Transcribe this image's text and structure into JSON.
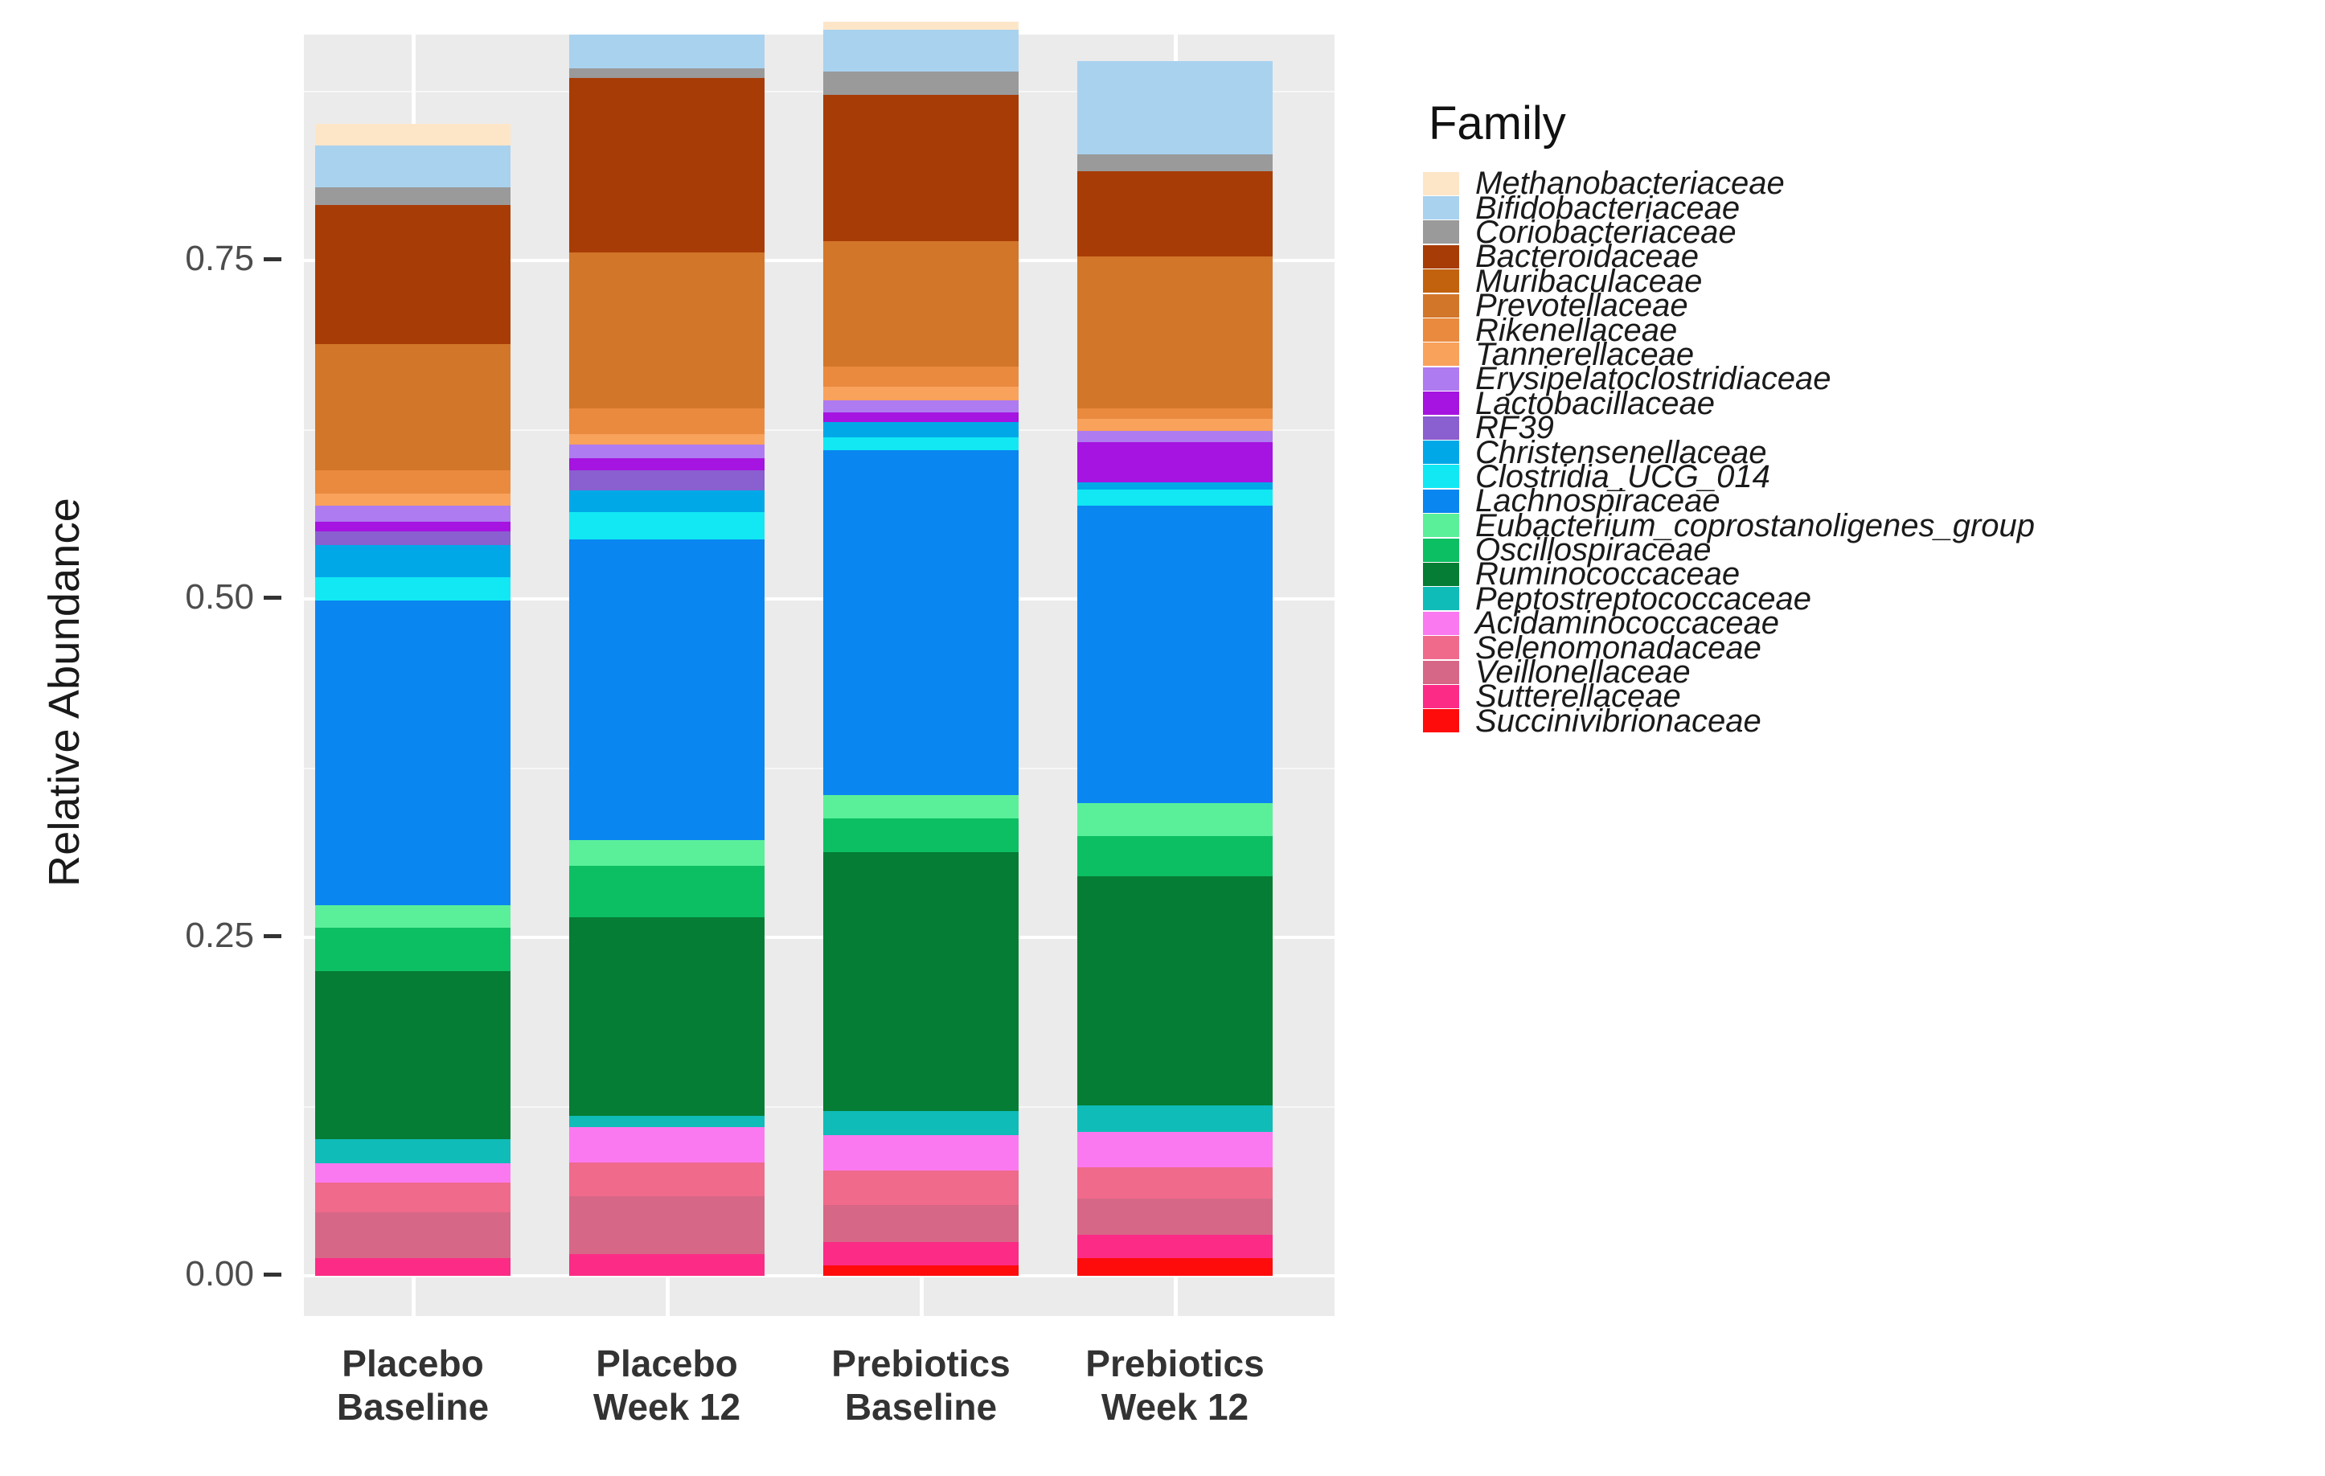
{
  "chart_data": {
    "type": "bar",
    "subtype": "stacked-bar-relative-abundance",
    "title": "",
    "xlabel": "",
    "ylabel": "Relative Abundance",
    "legend_title": "Family",
    "legend_position": "right",
    "grid": true,
    "ylim": [
      0.0,
      1.0
    ],
    "yticks": [
      "0.00",
      "0.25",
      "0.50",
      "0.75"
    ],
    "ytick_values": [
      0.0,
      0.25,
      0.5,
      0.75
    ],
    "categories": [
      "Placebo Baseline",
      "Placebo Week 12",
      "Prebiotics Baseline",
      "Prebiotics Week 12"
    ],
    "category_lines": [
      [
        "Placebo",
        "Baseline"
      ],
      [
        "Placebo",
        "Week 12"
      ],
      [
        "Prebiotics",
        "Baseline"
      ],
      [
        "Prebiotics",
        "Week 12"
      ]
    ],
    "column_totals": [
      0.9225,
      0.937,
      0.9345,
      0.9175
    ],
    "series": [
      {
        "name": "Methanobacteriaceae",
        "color": "#fde6c8",
        "values": [
          0.016,
          0.0,
          0.006,
          0.0
        ]
      },
      {
        "name": "Bifidobacteriaceae",
        "color": "#a9d2ef",
        "values": [
          0.031,
          0.025,
          0.031,
          0.069
        ]
      },
      {
        "name": "Coriobacteriaceae",
        "color": "#9a9a9a",
        "values": [
          0.013,
          0.007,
          0.017,
          0.0125
        ]
      },
      {
        "name": "Bacteroidaceae",
        "color": "#a83c06",
        "values": [
          0.103,
          0.129,
          0.108,
          0.063
        ]
      },
      {
        "name": "Muribaculaceae",
        "color": "#c2620f",
        "values": [
          0.0,
          0.0,
          0.0,
          0.0
        ]
      },
      {
        "name": "Prevotellaceae",
        "color": "#d2762a",
        "values": [
          0.093,
          0.115,
          0.093,
          0.112
        ]
      },
      {
        "name": "Rikenellaceae",
        "color": "#e98a3f",
        "values": [
          0.017,
          0.019,
          0.015,
          0.008
        ]
      },
      {
        "name": "Tannerellaceae",
        "color": "#f9a25c",
        "values": [
          0.009,
          0.008,
          0.01,
          0.009
        ]
      },
      {
        "name": "Erysipelatoclostridiaceae",
        "color": "#ae7bf0",
        "values": [
          0.012,
          0.01,
          0.009,
          0.008
        ]
      },
      {
        "name": "Lactobacillaceae",
        "color": "#a514e0",
        "values": [
          0.007,
          0.009,
          0.007,
          0.03
        ]
      },
      {
        "name": "RF39",
        "color": "#8a5fd0",
        "values": [
          0.01,
          0.015,
          0.0,
          0.0
        ]
      },
      {
        "name": "Christensenellaceae",
        "color": "#00a8e8",
        "values": [
          0.024,
          0.016,
          0.011,
          0.005
        ]
      },
      {
        "name": "Clostridia_UCG_014",
        "color": "#11e8f4",
        "values": [
          0.017,
          0.02,
          0.0095,
          0.012
        ]
      },
      {
        "name": "Lachnospiraceae",
        "color": "#0a86f0",
        "values": [
          0.225,
          0.222,
          0.255,
          0.22
        ]
      },
      {
        "name": "Eubacterium_coprostanoligenes_group",
        "color": "#5af09a",
        "values": [
          0.017,
          0.019,
          0.017,
          0.024
        ]
      },
      {
        "name": "Oscillospiraceae",
        "color": "#0dbf63",
        "values": [
          0.032,
          0.038,
          0.025,
          0.03
        ]
      },
      {
        "name": "Ruminococcaceae",
        "color": "#057d34",
        "values": [
          0.124,
          0.147,
          0.191,
          0.169
        ]
      },
      {
        "name": "Peptostreptococcaceae",
        "color": "#0fbcb8",
        "values": [
          0.018,
          0.008,
          0.018,
          0.02
        ]
      },
      {
        "name": "Acidaminococcaceae",
        "color": "#fb79f0",
        "values": [
          0.014,
          0.026,
          0.026,
          0.026
        ]
      },
      {
        "name": "Selenomonadaceae",
        "color": "#f06a8c",
        "values": [
          0.022,
          0.025,
          0.026,
          0.023
        ]
      },
      {
        "name": "Veillonellaceae",
        "color": "#d66787",
        "values": [
          0.034,
          0.043,
          0.027,
          0.027
        ]
      },
      {
        "name": "Sutterellaceae",
        "color": "#fc2b86",
        "values": [
          0.013,
          0.016,
          0.017,
          0.017
        ]
      },
      {
        "name": "Succinivibrionaceae",
        "color": "#fe0c0c",
        "values": [
          0.0,
          0.0,
          0.008,
          0.013
        ]
      }
    ]
  },
  "legend": {
    "title": "Family",
    "entries": [
      {
        "label": "Methanobacteriaceae",
        "color": "#fde6c8"
      },
      {
        "label": "Bifidobacteriaceae",
        "color": "#a9d2ef"
      },
      {
        "label": "Coriobacteriaceae",
        "color": "#9a9a9a"
      },
      {
        "label": "Bacteroidaceae",
        "color": "#a83c06"
      },
      {
        "label": "Muribaculaceae",
        "color": "#c2620f"
      },
      {
        "label": "Prevotellaceae",
        "color": "#d2762a"
      },
      {
        "label": "Rikenellaceae",
        "color": "#e98a3f"
      },
      {
        "label": "Tannerellaceae",
        "color": "#f9a25c"
      },
      {
        "label": "Erysipelatoclostridiaceae",
        "color": "#ae7bf0"
      },
      {
        "label": "Lactobacillaceae",
        "color": "#a514e0"
      },
      {
        "label": "RF39",
        "color": "#8a5fd0"
      },
      {
        "label": "Christensenellaceae",
        "color": "#00a8e8"
      },
      {
        "label": "Clostridia_UCG_014",
        "color": "#11e8f4"
      },
      {
        "label": "Lachnospiraceae",
        "color": "#0a86f0"
      },
      {
        "label": "Eubacterium_coprostanoligenes_group",
        "color": "#5af09a"
      },
      {
        "label": "Oscillospiraceae",
        "color": "#0dbf63"
      },
      {
        "label": "Ruminococcaceae",
        "color": "#057d34"
      },
      {
        "label": "Peptostreptococcaceae",
        "color": "#0fbcb8"
      },
      {
        "label": "Acidaminococcaceae",
        "color": "#fb79f0"
      },
      {
        "label": "Selenomonadaceae",
        "color": "#f06a8c"
      },
      {
        "label": "Veillonellaceae",
        "color": "#d66787"
      },
      {
        "label": "Sutterellaceae",
        "color": "#fc2b86"
      },
      {
        "label": "Succinivibrionaceae",
        "color": "#fe0c0c"
      }
    ]
  },
  "axes": {
    "y_title": "Relative Abundance",
    "y_ticks": [
      "0.75",
      "0.50",
      "0.25",
      "0.00"
    ],
    "x_labels": [
      {
        "line1": "Placebo",
        "line2": "Baseline"
      },
      {
        "line1": "Placebo",
        "line2": "Week 12"
      },
      {
        "line1": "Prebiotics",
        "line2": "Baseline"
      },
      {
        "line1": "Prebiotics",
        "line2": "Week 12"
      }
    ]
  },
  "style": {
    "panel_background": "#ebebeb",
    "grid_color": "#ffffff",
    "text_color": "#1a1a1a"
  }
}
